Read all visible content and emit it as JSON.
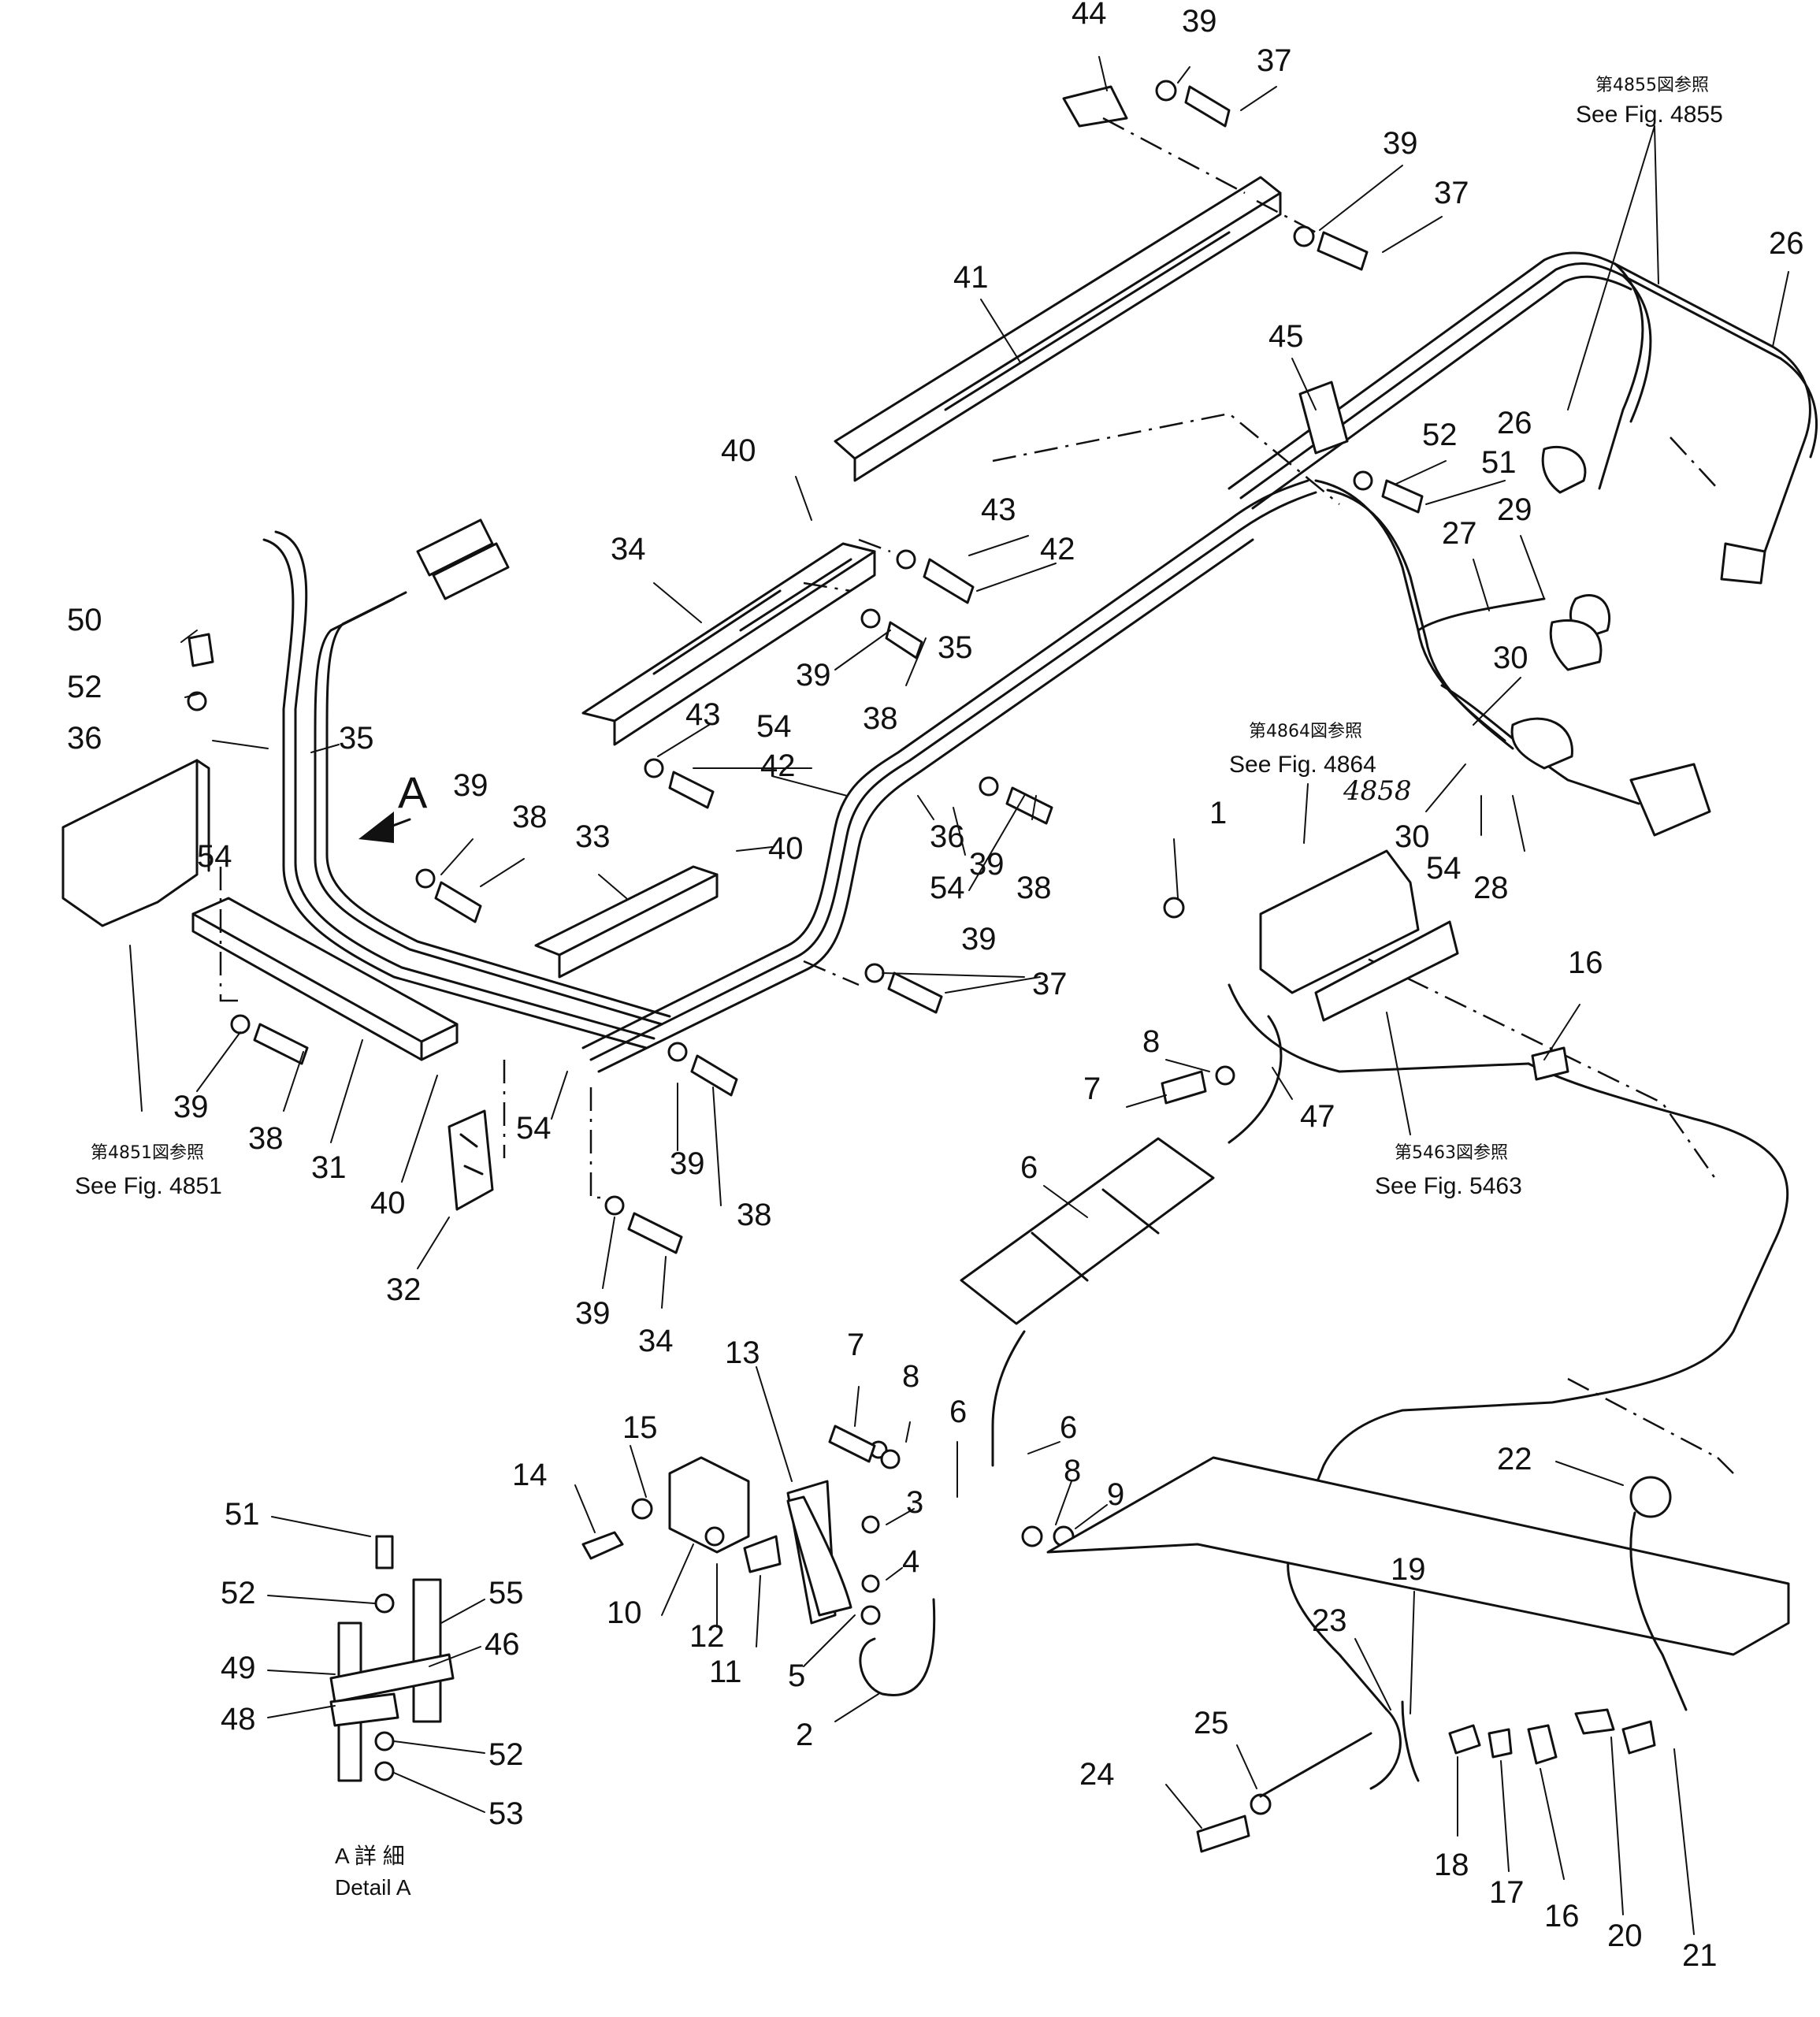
{
  "callouts": [
    {
      "id": "c44a",
      "text": "44"
    },
    {
      "id": "c39a",
      "text": "39"
    },
    {
      "id": "c37a",
      "text": "37"
    },
    {
      "id": "c39b",
      "text": "39"
    },
    {
      "id": "c37b",
      "text": "37"
    },
    {
      "id": "c41",
      "text": "41"
    },
    {
      "id": "c26a",
      "text": "26"
    },
    {
      "id": "c26b",
      "text": "26"
    },
    {
      "id": "c45",
      "text": "45"
    },
    {
      "id": "c52a",
      "text": "52"
    },
    {
      "id": "c51a",
      "text": "51"
    },
    {
      "id": "c29",
      "text": "29"
    },
    {
      "id": "c27",
      "text": "27"
    },
    {
      "id": "c30a",
      "text": "30"
    },
    {
      "id": "c30b",
      "text": "30"
    },
    {
      "id": "c54a",
      "text": "54"
    },
    {
      "id": "c28",
      "text": "28"
    },
    {
      "id": "c40a",
      "text": "40"
    },
    {
      "id": "c43a",
      "text": "43"
    },
    {
      "id": "c42a",
      "text": "42"
    },
    {
      "id": "c34a",
      "text": "34"
    },
    {
      "id": "c39c",
      "text": "39"
    },
    {
      "id": "c38a",
      "text": "38"
    },
    {
      "id": "c35a",
      "text": "35"
    },
    {
      "id": "c43b",
      "text": "43"
    },
    {
      "id": "c54b",
      "text": "54"
    },
    {
      "id": "c42b",
      "text": "42"
    },
    {
      "id": "c36a",
      "text": "36"
    },
    {
      "id": "c54c",
      "text": "54"
    },
    {
      "id": "c39d",
      "text": "39"
    },
    {
      "id": "c38b",
      "text": "38"
    },
    {
      "id": "c50",
      "text": "50"
    },
    {
      "id": "c52b",
      "text": "52"
    },
    {
      "id": "c36b",
      "text": "36"
    },
    {
      "id": "c35b",
      "text": "35"
    },
    {
      "id": "c39e",
      "text": "39"
    },
    {
      "id": "c38c",
      "text": "38"
    },
    {
      "id": "c33",
      "text": "33"
    },
    {
      "id": "c40b",
      "text": "40"
    },
    {
      "id": "c54d",
      "text": "54"
    },
    {
      "id": "c39f",
      "text": "39"
    },
    {
      "id": "c37c",
      "text": "37"
    },
    {
      "id": "c39g",
      "text": "39"
    },
    {
      "id": "c38d",
      "text": "38"
    },
    {
      "id": "c31",
      "text": "31"
    },
    {
      "id": "c40c",
      "text": "40"
    },
    {
      "id": "c54e",
      "text": "54"
    },
    {
      "id": "c39h",
      "text": "39"
    },
    {
      "id": "c38e",
      "text": "38"
    },
    {
      "id": "c32",
      "text": "32"
    },
    {
      "id": "c39i",
      "text": "39"
    },
    {
      "id": "c34b",
      "text": "34"
    },
    {
      "id": "c1",
      "text": "1"
    },
    {
      "id": "c16a",
      "text": "16"
    },
    {
      "id": "c8a",
      "text": "8"
    },
    {
      "id": "c7a",
      "text": "7"
    },
    {
      "id": "c47",
      "text": "47"
    },
    {
      "id": "c6a",
      "text": "6"
    },
    {
      "id": "c13",
      "text": "13"
    },
    {
      "id": "c7b",
      "text": "7"
    },
    {
      "id": "c8b",
      "text": "8"
    },
    {
      "id": "c6b",
      "text": "6"
    },
    {
      "id": "c6c",
      "text": "6"
    },
    {
      "id": "c15",
      "text": "15"
    },
    {
      "id": "c14",
      "text": "14"
    },
    {
      "id": "c3",
      "text": "3"
    },
    {
      "id": "c8c",
      "text": "8"
    },
    {
      "id": "c9",
      "text": "9"
    },
    {
      "id": "c4",
      "text": "4"
    },
    {
      "id": "c10",
      "text": "10"
    },
    {
      "id": "c12",
      "text": "12"
    },
    {
      "id": "c11",
      "text": "11"
    },
    {
      "id": "c5",
      "text": "5"
    },
    {
      "id": "c2",
      "text": "2"
    },
    {
      "id": "c51b",
      "text": "51"
    },
    {
      "id": "c52c",
      "text": "52"
    },
    {
      "id": "c55",
      "text": "55"
    },
    {
      "id": "c46",
      "text": "46"
    },
    {
      "id": "c49",
      "text": "49"
    },
    {
      "id": "c48",
      "text": "48"
    },
    {
      "id": "c52d",
      "text": "52"
    },
    {
      "id": "c53",
      "text": "53"
    },
    {
      "id": "c22",
      "text": "22"
    },
    {
      "id": "c19",
      "text": "19"
    },
    {
      "id": "c23",
      "text": "23"
    },
    {
      "id": "c25",
      "text": "25"
    },
    {
      "id": "c24",
      "text": "24"
    },
    {
      "id": "c18",
      "text": "18"
    },
    {
      "id": "c17",
      "text": "17"
    },
    {
      "id": "c16b",
      "text": "16"
    },
    {
      "id": "c20",
      "text": "20"
    },
    {
      "id": "c21",
      "text": "21"
    }
  ],
  "references": {
    "fig4855": {
      "jp": "第4855図参照",
      "en": "See Fig. 4855"
    },
    "fig4864": {
      "jp": "第4864図参照",
      "en": "See Fig. 4864"
    },
    "fig4851": {
      "jp": "第4851図参照",
      "en": "See Fig. 4851"
    },
    "fig5463": {
      "jp": "第5463図参照",
      "en": "See Fig. 5463"
    }
  },
  "view_marker": "A",
  "detail_label": {
    "jp": "A 詳 細",
    "en": "Detail A"
  },
  "handwritten_note": "4858"
}
